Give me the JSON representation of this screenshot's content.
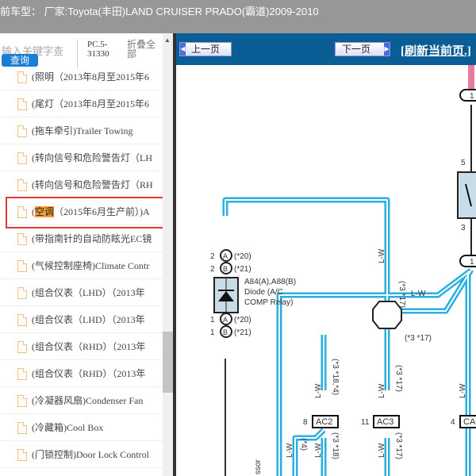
{
  "header": {
    "title": "前车型： 厂家:Toyota(丰田)LAND CRUISER PRADO(霸道)2009-2010"
  },
  "search": {
    "placeholder": "输入关键字查",
    "button": "查询",
    "code": "PC.5-31330",
    "collapse": "折叠全部"
  },
  "list": [
    {
      "label": "(照明（2013年8月至2015年6"
    },
    {
      "label": "(尾灯（2013年8月至2015年6"
    },
    {
      "label": "(拖车牵引)Trailer Towing"
    },
    {
      "label": "(转向信号和危险警告灯（LH"
    },
    {
      "label": "(转向信号和危险警告灯（RH"
    },
    {
      "prefix": "(",
      "highlight": "空调",
      "label": "（2015年6月生产前）)A",
      "selected": true
    },
    {
      "label": "(带指南针的自动防眩光EC镜"
    },
    {
      "label": "(气候控制座椅)Climate Contr"
    },
    {
      "label": "(组合仪表（LHD）（2013年"
    },
    {
      "label": "(组合仪表（LHD）（2013年"
    },
    {
      "label": "(组合仪表（RHD）（2013年"
    },
    {
      "label": "(组合仪表（RHD）（2013年"
    },
    {
      "label": "(冷凝器风扇)Condenser Fan"
    },
    {
      "label": "(冷藏箱)Cool Box"
    },
    {
      "label": "(门锁控制)Door Lock Control"
    }
  ],
  "toolbar": {
    "prev": "上一页",
    "next": "下一页",
    "refresh": "[刷新当前页.]"
  },
  "diagram": {
    "component": "A84(A),A88(B)",
    "desc1": "Diode (A/C",
    "desc2": "COMP Relay)",
    "pinA_top": "2",
    "pinB_top": "2",
    "pinA_bot": "1",
    "pinB_bot": "1",
    "A": "A",
    "B": "B",
    "n20": "(*20)",
    "n21": "(*21)",
    "lw": "L-W",
    "n317": "(*3 *17)",
    "n3184": "(*3 *18,*4)",
    "n318": "(*3 *18)",
    "n4": "(*4)",
    "ac2": "AC2",
    "ac3": "AC3",
    "ca": "CA",
    "p8": "8",
    "p11": "11",
    "p4": "4",
    "p5": "5",
    "p3": "3",
    "p1": "1",
    "p1b": "1",
    "compressor": "ssor"
  },
  "colors": {
    "wire": "#29b0e0",
    "toolbar": "#0a5e95",
    "highlight": "#f7a035",
    "selection": "#e53935"
  }
}
